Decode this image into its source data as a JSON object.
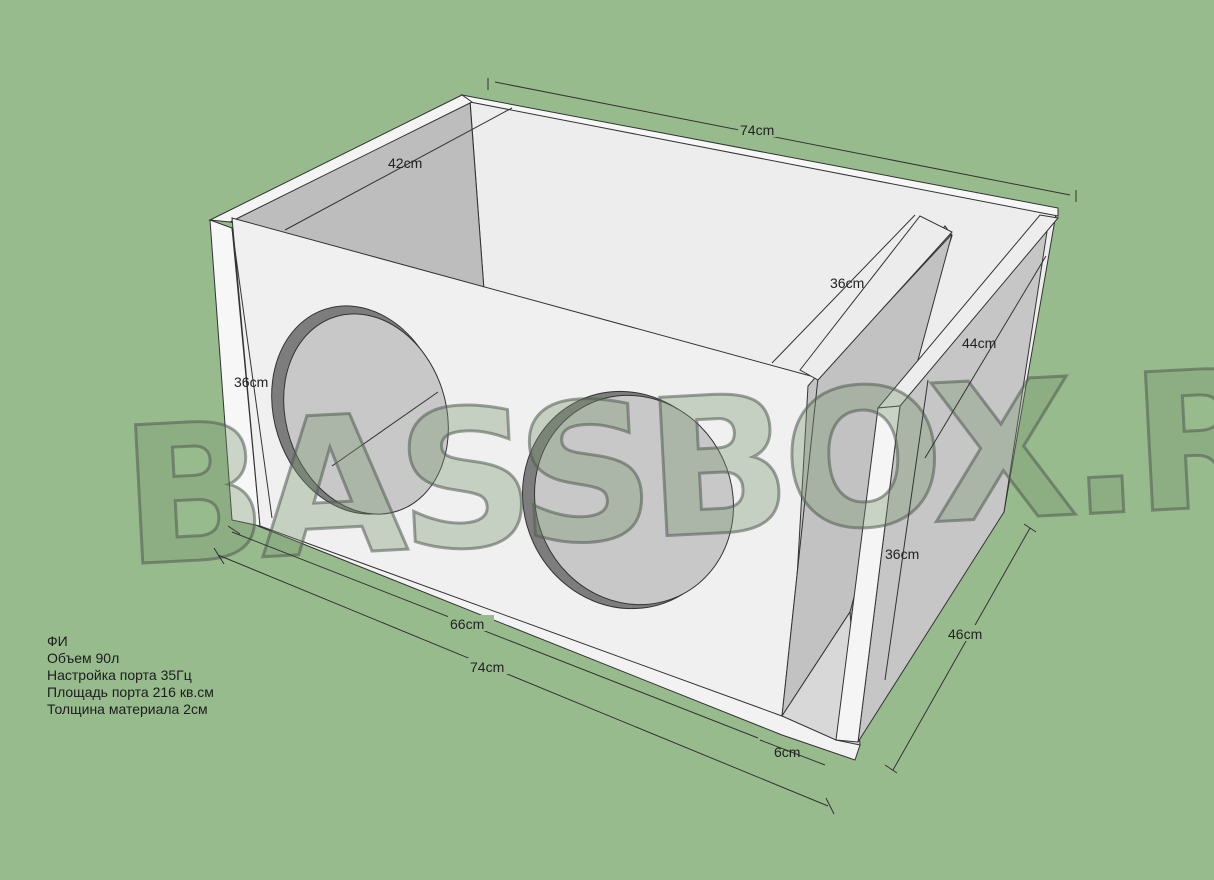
{
  "dimensions": {
    "back_length": "74cm",
    "inner_depth_left": "42cm",
    "partition_depth": "36cm",
    "right_inner_depth": "44cm",
    "height_left": "36cm",
    "height_right": "36cm",
    "side_depth": "46cm",
    "inner_length": "66cm",
    "outer_length": "74cm",
    "port_width": "6cm"
  },
  "watermark": "BASSBOX.RU",
  "notes": [
    "ФИ",
    "Объем 90л",
    "Настройка порта 35Гц",
    "Площадь порта 216 кв.см",
    "Толщина материала 2см"
  ],
  "colors": {
    "background": "#98bb8e",
    "panel": "#f0f0f0",
    "inner": "#bdbdbd"
  }
}
